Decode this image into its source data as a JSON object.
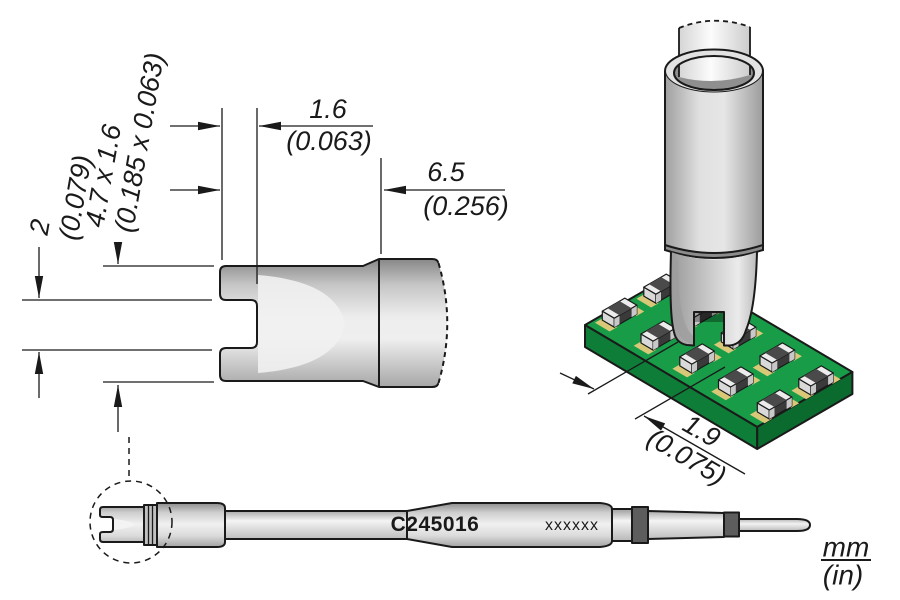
{
  "side_view": {
    "slot_width_mm": "2",
    "slot_width_in": "(0.079)",
    "tip_size_mm": "4.7 x 1.6",
    "tip_size_in": "(0.185 x 0.063)",
    "slot_depth_mm": "1.6",
    "slot_depth_in": "(0.063)",
    "tip_length_mm": "6.5",
    "tip_length_in": "(0.256)"
  },
  "iso_view": {
    "pitch_mm": "1.9",
    "pitch_in": "(0.075)"
  },
  "cartridge": {
    "model": "C245016",
    "marking": "xxxxxx"
  },
  "units": {
    "numerator": "mm",
    "denominator": "(in)"
  },
  "colors": {
    "line": "#1a1a1a",
    "pcb_top": "#189C48",
    "pcb_front": "#0E7D37",
    "pcb_side": "#0B6B2F",
    "pad": "#D9C878",
    "chip_body": "#4A4A4A",
    "chip_body_side": "#3A3A3A",
    "chip_cap": "#ECECEC",
    "chip_cap_side": "#C8C8C8",
    "chip_end": "#D9D9D9"
  }
}
